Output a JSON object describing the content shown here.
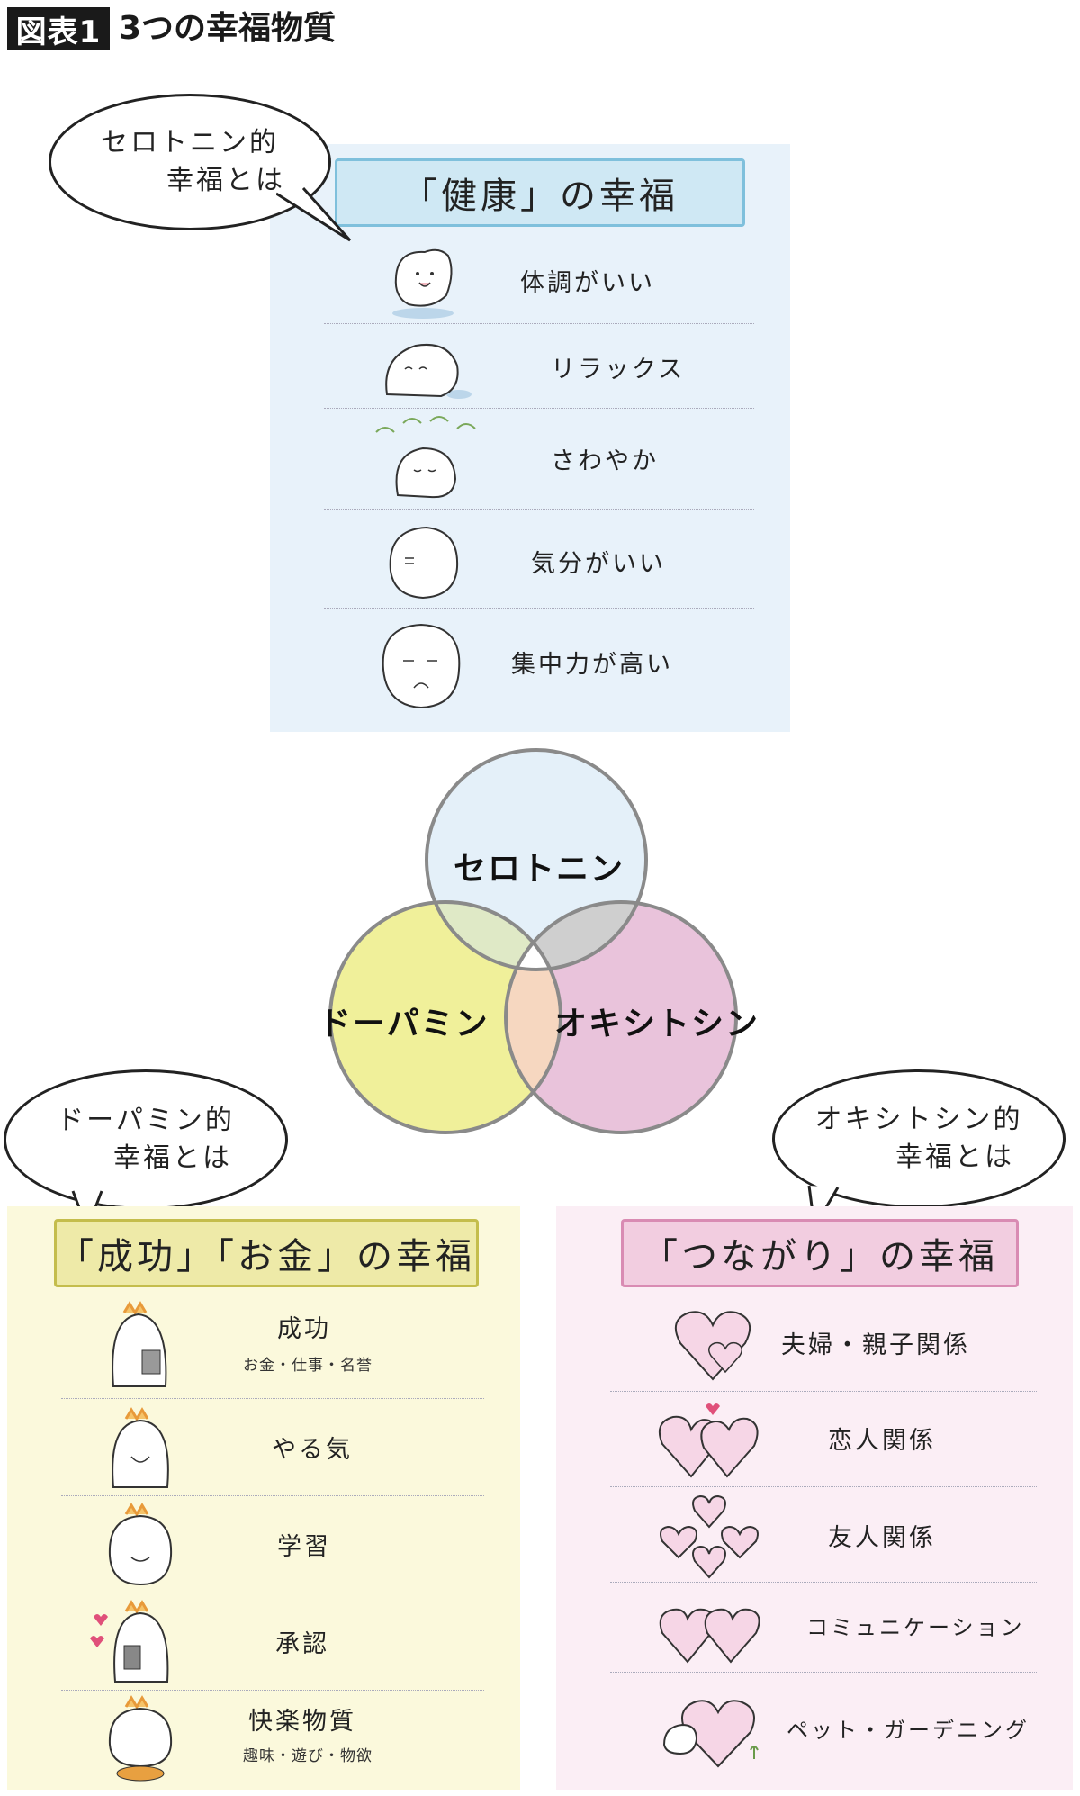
{
  "header": {
    "figure_tag": "図表1",
    "title": "3つの幸福物質"
  },
  "serotonin_panel": {
    "bubble": [
      "セロトニン的",
      "幸福とは"
    ],
    "title": "「健康」の幸福",
    "items": [
      {
        "label": "体調がいい"
      },
      {
        "label": "リラックス"
      },
      {
        "label": "さわやか"
      },
      {
        "label": "気分がいい"
      },
      {
        "label": "集中力が高い"
      }
    ]
  },
  "venn": {
    "labels": {
      "top": "セロトニン",
      "left": "ドーパミン",
      "right": "オキシトシン"
    },
    "colors": {
      "serotonin": "#e4f0f9",
      "dopamine": "#f0f09a",
      "oxytocin": "#e9c3db",
      "serotonin_dopamine": "#dfe9c6",
      "serotonin_oxytocin": "#cfcfcf",
      "dopamine_oxytocin": "#f6d7c0",
      "center": "#ffffff"
    }
  },
  "dopamine_panel": {
    "bubble": [
      "ドーパミン的",
      "幸福とは"
    ],
    "title": "「成功」「お金」の幸福",
    "items": [
      {
        "label": "成功",
        "sub": "お金・仕事・名誉"
      },
      {
        "label": "やる気"
      },
      {
        "label": "学習"
      },
      {
        "label": "承認"
      },
      {
        "label": "快楽物質",
        "sub": "趣味・遊び・物欲"
      }
    ]
  },
  "oxytocin_panel": {
    "bubble": [
      "オキシトシン的",
      "幸福とは"
    ],
    "title": "「つながり」の幸福",
    "items": [
      {
        "label": "夫婦・親子関係"
      },
      {
        "label": "恋人関係"
      },
      {
        "label": "友人関係"
      },
      {
        "label": "コミュニケーション"
      },
      {
        "label": "ペット・ガーデニング"
      }
    ]
  }
}
